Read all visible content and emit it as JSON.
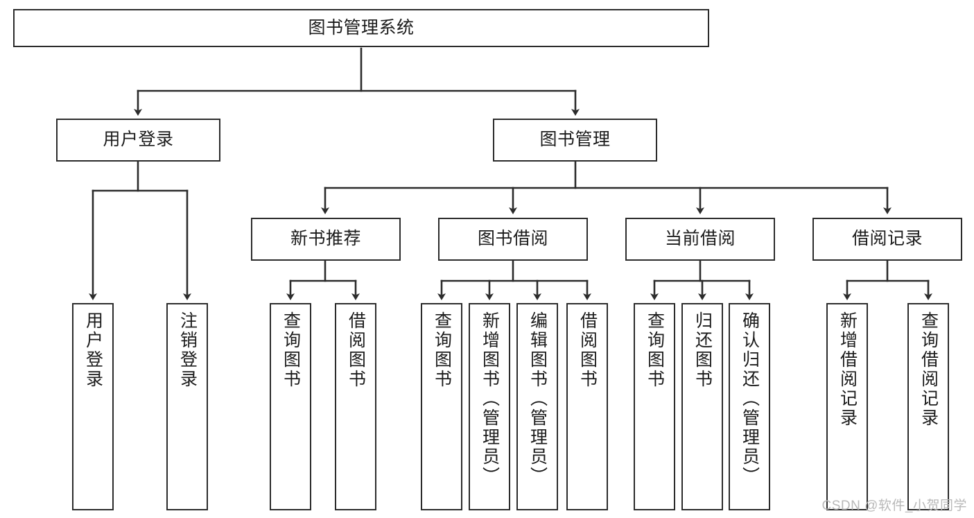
{
  "diagram": {
    "title": "图书管理系统",
    "type": "tree",
    "watermark": "CSDN @软件_小贺同学",
    "colors": {
      "box_border": "#2b2b2b",
      "box_fill": "#ffffff",
      "connector": "#2b2b2b",
      "watermark": "#b9b9b9",
      "background": "#ffffff"
    },
    "root": {
      "label": "图书管理系统"
    },
    "level2": [
      {
        "label": "用户登录"
      },
      {
        "label": "图书管理"
      }
    ],
    "level3": [
      {
        "label": "新书推荐"
      },
      {
        "label": "图书借阅"
      },
      {
        "label": "当前借阅"
      },
      {
        "label": "借阅记录"
      }
    ],
    "leaves": {
      "user_login": [
        {
          "label": "用户登录"
        },
        {
          "label": "注销登录"
        }
      ],
      "new_book": [
        {
          "label": "查询图书"
        },
        {
          "label": "借阅图书"
        }
      ],
      "book_borrow": [
        {
          "label": "查询图书"
        },
        {
          "label": "新增图书（管理员）"
        },
        {
          "label": "编辑图书（管理员）"
        },
        {
          "label": "借阅图书"
        }
      ],
      "current_borrow": [
        {
          "label": "查询图书"
        },
        {
          "label": "归还图书"
        },
        {
          "label": "确认归还（管理员）"
        }
      ],
      "borrow_record": [
        {
          "label": "新增借阅记录"
        },
        {
          "label": "查询借阅记录"
        }
      ]
    }
  }
}
